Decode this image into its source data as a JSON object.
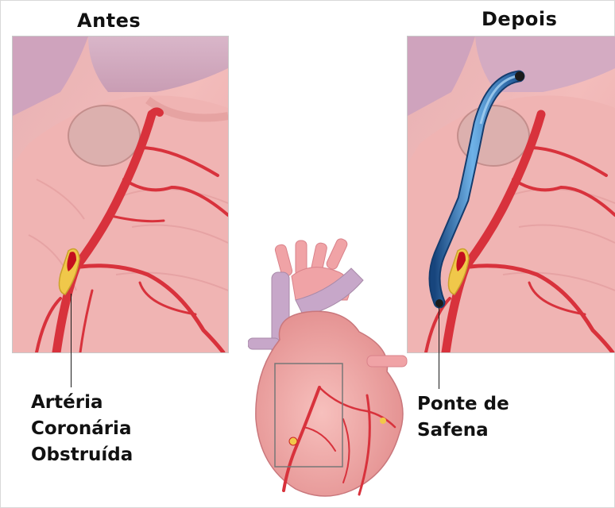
{
  "titles": {
    "before": "Antes",
    "after": "Depois"
  },
  "labels": {
    "obstructed_artery": [
      "Artéria",
      "Coronária",
      "Obstruída"
    ],
    "bypass": [
      "Ponte de",
      "Safena"
    ]
  },
  "colors": {
    "heart_pink": "#f2aaa8",
    "artery_red": "#d8323c",
    "vessel_lilac": "#c7a7c9",
    "plaque_yellow": "#f0c84a",
    "graft_blue": "#2d6fb3"
  }
}
